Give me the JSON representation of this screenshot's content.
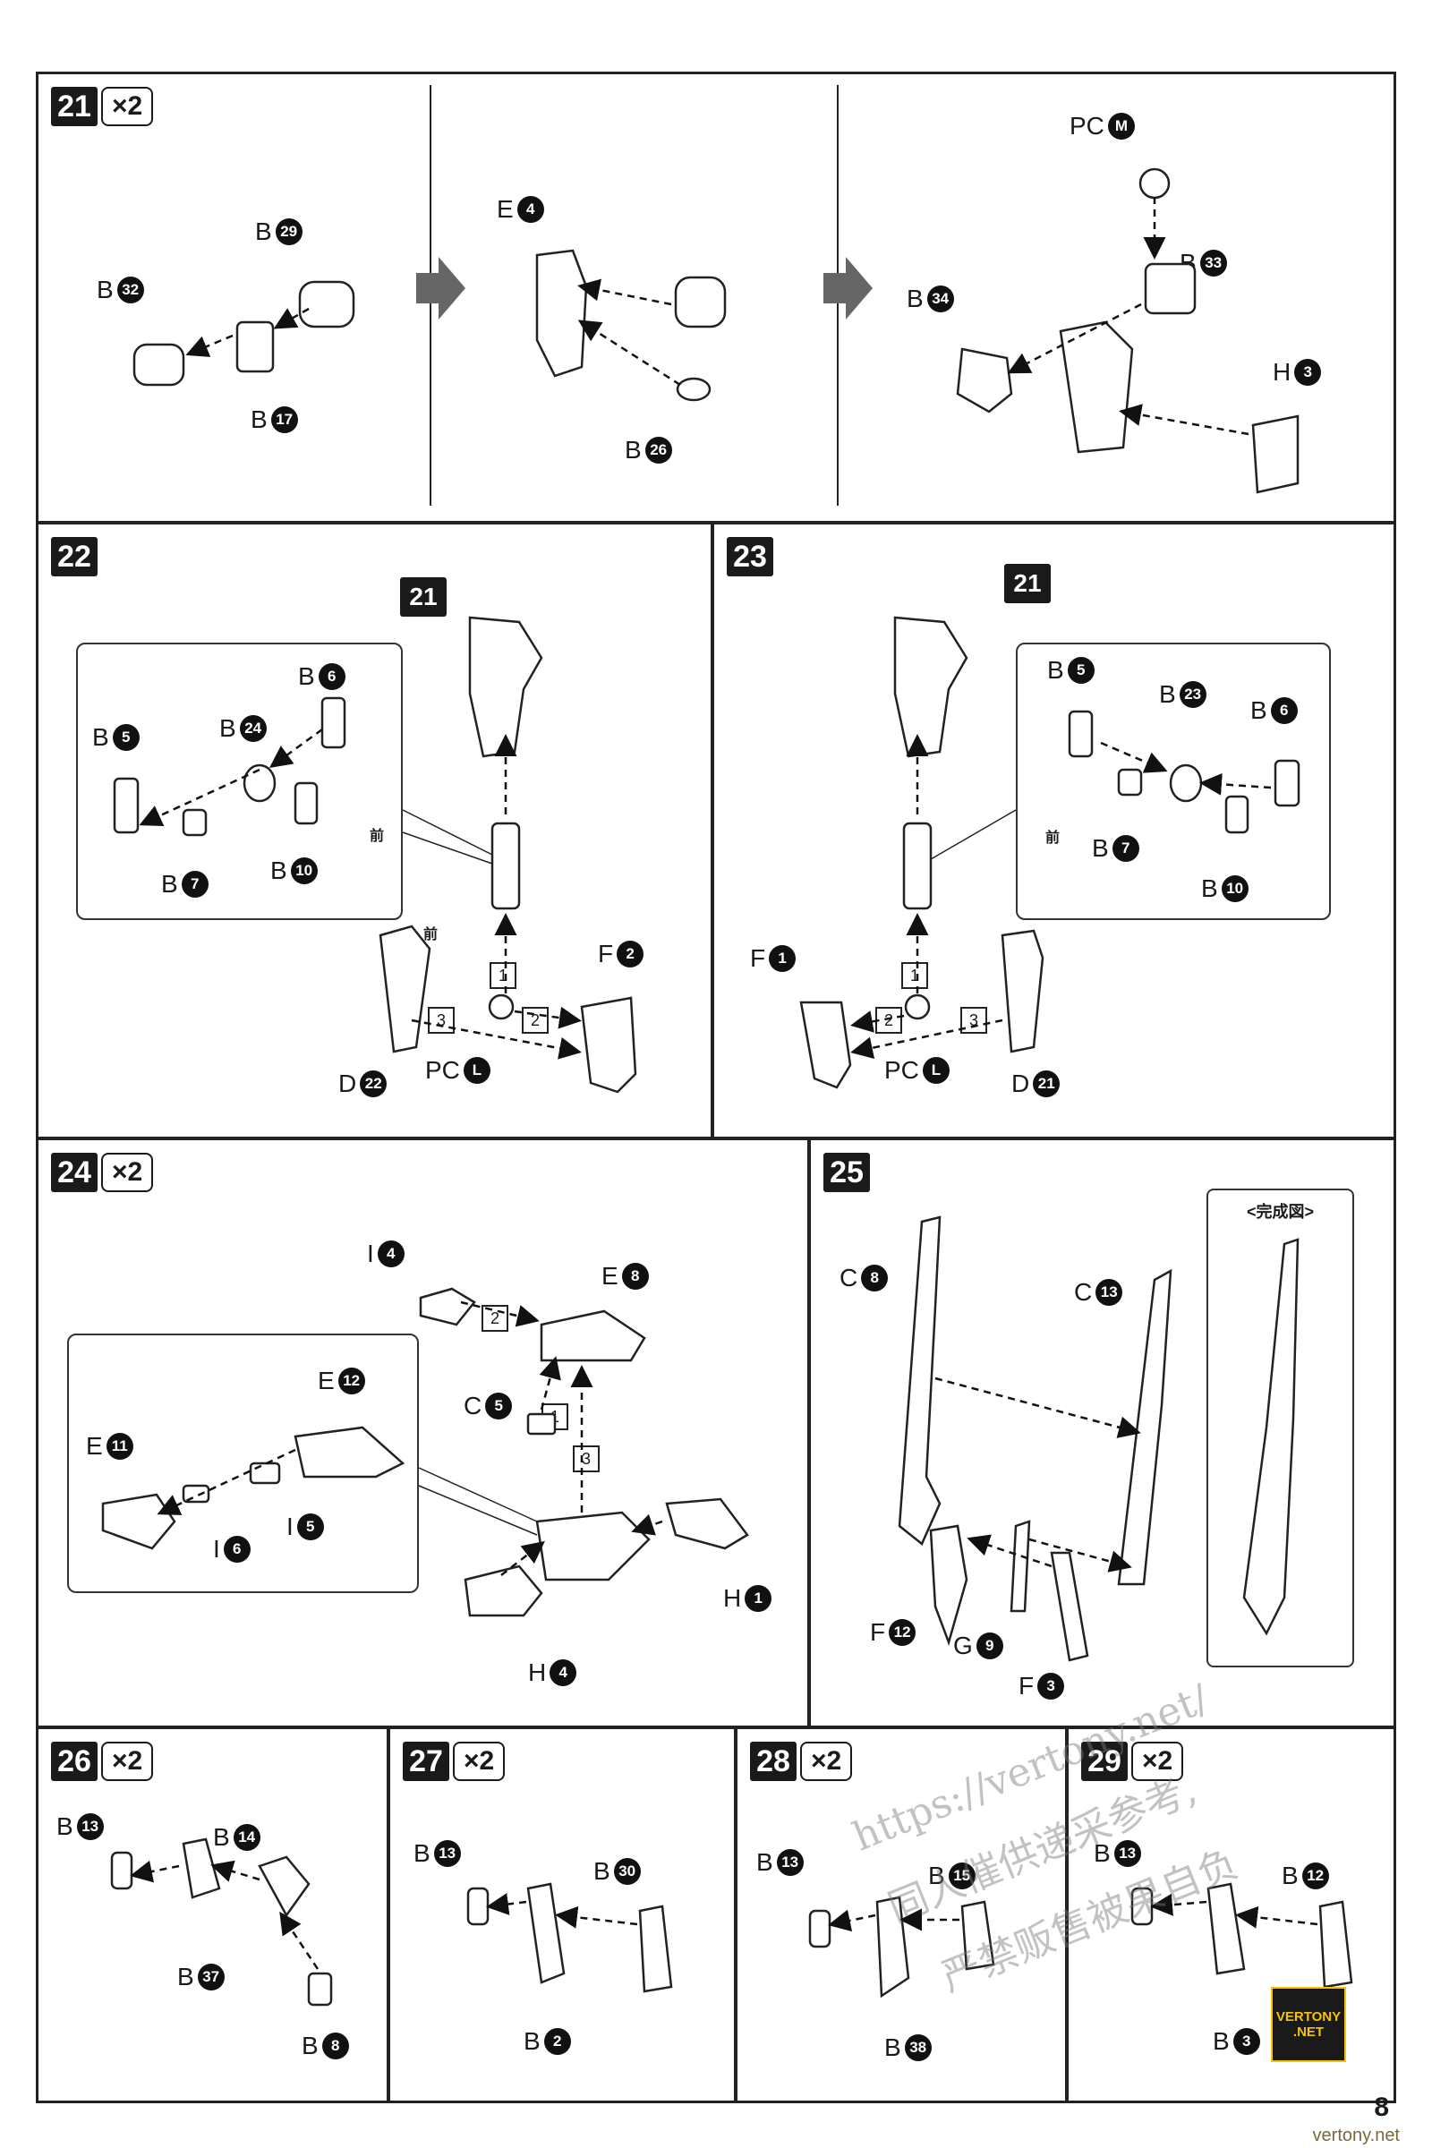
{
  "page_number": "8",
  "footer_url": "vertony.net",
  "badge": {
    "line1": "VERTONY",
    "line2": ".NET"
  },
  "watermark": {
    "line1": "https://vertony.net/",
    "line2": "同人催供递采参考,",
    "line3": "严禁贩售被果自负"
  },
  "steps": {
    "s21": {
      "num": "21",
      "mult": "×2",
      "labels": {
        "b32": "B",
        "b32n": "32",
        "b29": "B",
        "b29n": "29",
        "b17": "B",
        "b17n": "17",
        "e4": "E",
        "e4n": "4",
        "b26": "B",
        "b26n": "26",
        "pcm": "PC",
        "pcmn": "M",
        "b33": "B",
        "b33n": "33",
        "b34": "B",
        "b34n": "34",
        "h3": "H",
        "h3n": "3"
      }
    },
    "s22": {
      "num": "22",
      "ref": "21",
      "labels": {
        "b6": "B",
        "b6n": "6",
        "b5": "B",
        "b5n": "5",
        "b24": "B",
        "b24n": "24",
        "b7": "B",
        "b7n": "7",
        "b10": "B",
        "b10n": "10",
        "front": "前",
        "front2": "前",
        "f2": "F",
        "f2n": "2",
        "d22": "D",
        "d22n": "22",
        "pcl": "PC",
        "pcln": "L",
        "sq1": "1",
        "sq2": "2",
        "sq3": "3"
      }
    },
    "s23": {
      "num": "23",
      "ref": "21",
      "labels": {
        "b5": "B",
        "b5n": "5",
        "b23": "B",
        "b23n": "23",
        "b6": "B",
        "b6n": "6",
        "b7": "B",
        "b7n": "7",
        "b10": "B",
        "b10n": "10",
        "front": "前",
        "f1": "F",
        "f1n": "1",
        "d21": "D",
        "d21n": "21",
        "pcl": "PC",
        "pcln": "L",
        "sq1": "1",
        "sq2": "2",
        "sq3": "3"
      }
    },
    "s24": {
      "num": "24",
      "mult": "×2",
      "labels": {
        "i4": "I",
        "i4n": "4",
        "e8": "E",
        "e8n": "8",
        "c5": "C",
        "c5n": "5",
        "e12": "E",
        "e12n": "12",
        "e11": "E",
        "e11n": "11",
        "i6": "I",
        "i6n": "6",
        "i5": "I",
        "i5n": "5",
        "h1": "H",
        "h1n": "1",
        "h4": "H",
        "h4n": "4",
        "sq1": "1",
        "sq2": "2",
        "sq3": "3"
      }
    },
    "s25": {
      "num": "25",
      "completion": "<完成図>",
      "labels": {
        "c8": "C",
        "c8n": "8",
        "c13": "C",
        "c13n": "13",
        "f12": "F",
        "f12n": "12",
        "g9": "G",
        "g9n": "9",
        "f3": "F",
        "f3n": "3"
      }
    },
    "s26": {
      "num": "26",
      "mult": "×2",
      "labels": {
        "b13": "B",
        "b13n": "13",
        "b14": "B",
        "b14n": "14",
        "b37": "B",
        "b37n": "37",
        "b8": "B",
        "b8n": "8"
      }
    },
    "s27": {
      "num": "27",
      "mult": "×2",
      "labels": {
        "b13": "B",
        "b13n": "13",
        "b30": "B",
        "b30n": "30",
        "b2": "B",
        "b2n": "2"
      }
    },
    "s28": {
      "num": "28",
      "mult": "×2",
      "labels": {
        "b13": "B",
        "b13n": "13",
        "b15": "B",
        "b15n": "15",
        "b38": "B",
        "b38n": "38"
      }
    },
    "s29": {
      "num": "29",
      "mult": "×2",
      "labels": {
        "b13": "B",
        "b13n": "13",
        "b12": "B",
        "b12n": "12",
        "b3": "B",
        "b3n": "3"
      }
    }
  }
}
